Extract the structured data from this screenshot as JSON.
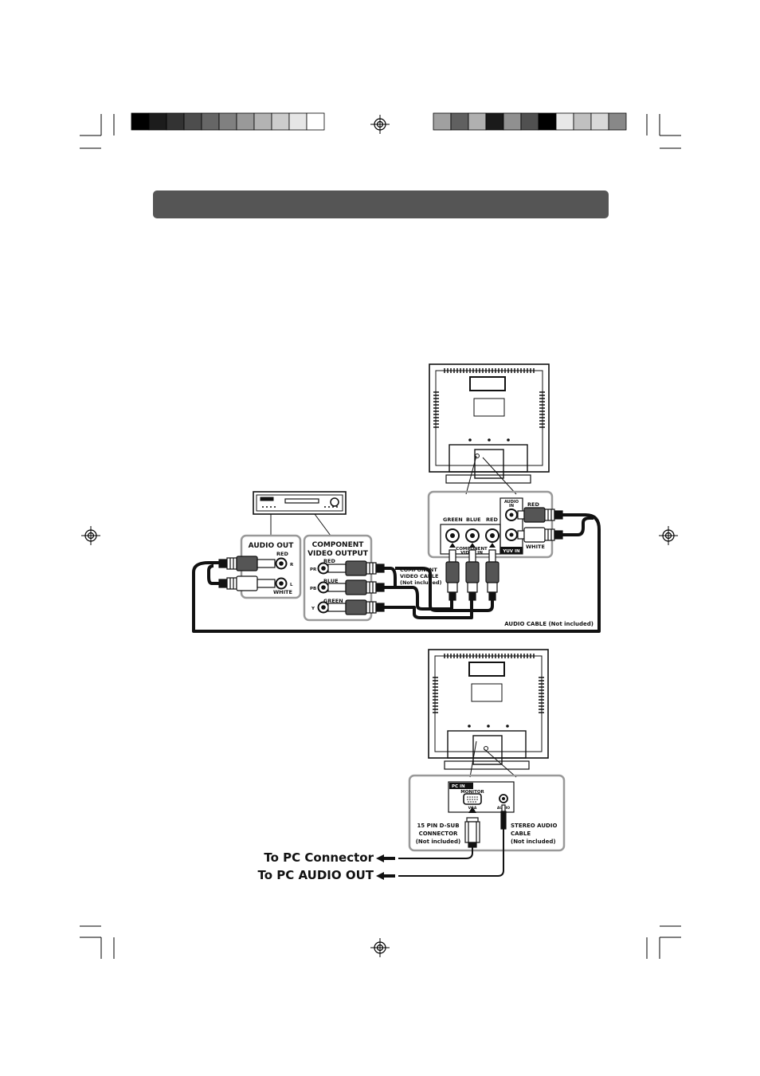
{
  "calibration_bars": {
    "left": [
      "#000000",
      "#1c1c1c",
      "#333333",
      "#4d4d4d",
      "#666666",
      "#808080",
      "#999999",
      "#b3b3b3",
      "#cccccc",
      "#e6e6e6",
      "#ffffff"
    ],
    "right": [
      "#a0a0a0",
      "#606060",
      "#b0b0b0",
      "#1a1a1a",
      "#909090",
      "#505050",
      "#000000",
      "#e8e8e8",
      "#c0c0c0",
      "#d8d8d8",
      "#888888"
    ]
  },
  "header_bar_color": "#555555",
  "dvd_panel": {
    "audio_out_title": "AUDIO OUT",
    "audio_red": "RED",
    "audio_white": "WHITE",
    "audio_r": "R",
    "audio_l": "L",
    "component_title_1": "COMPONENT",
    "component_title_2": "VIDEO OUTPUT",
    "pr_color": "RED",
    "pb_color": "BLUE",
    "y_color": "GREEN",
    "pr_jack": "PR",
    "pb_jack": "PB",
    "y_jack": "Y"
  },
  "tv_panel_1": {
    "green": "GREEN",
    "blue": "BLUE",
    "red": "RED",
    "component_in_1": "COMPONENT",
    "component_in_2": "VIDEO IN",
    "audio_in_1": "AUDIO",
    "audio_in_2": "IN",
    "yuv_in": "YUV IN",
    "red_plug": "RED",
    "white_plug": "WHITE"
  },
  "cable_labels": {
    "component_1": "COMPONENT",
    "component_2": "VIDEO CABLE",
    "component_3": "(Not included)",
    "audio_cable": "AUDIO CABLE (Not included)"
  },
  "tv_panel_2": {
    "pc_in": "PC IN",
    "monitor": "MONITOR",
    "vga": "VGA",
    "audio": "AUDIO",
    "dsub_1": "15 PIN D-SUB",
    "dsub_2": "CONNECTOR",
    "dsub_3": "(Not included)",
    "stereo_1": "STEREO AUDIO",
    "stereo_2": "CABLE",
    "stereo_3": "(Not included)"
  },
  "pc_labels": {
    "to_pc_connector": "To PC Connector",
    "to_pc_audio_out": "To PC AUDIO OUT"
  }
}
